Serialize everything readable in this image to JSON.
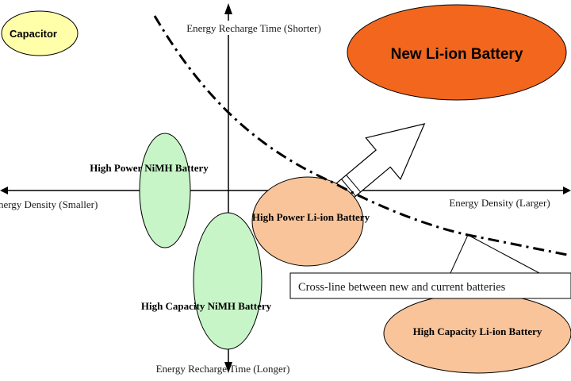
{
  "axes": {
    "y_top": "Energy Recharge Time (Shorter)",
    "y_bottom": "Energy Recharge Time (Longer)",
    "x_left": "Energy Density (Smaller)",
    "x_right": "Energy Density (Larger)"
  },
  "regions": {
    "capacitor": {
      "label": "Capacitor",
      "fill": "#ffffaa"
    },
    "new_li_ion": {
      "label": "New Li-ion Battery",
      "fill": "#f2661e"
    },
    "high_power_nimh": {
      "label": "High Power NiMH Battery",
      "fill": "#c8f5c8"
    },
    "high_capacity_nimh": {
      "label": "High Capacity NiMH Battery",
      "fill": "#c8f5c8"
    },
    "high_power_li_ion": {
      "label": "High Power Li-ion Battery",
      "fill": "#f9c49a"
    },
    "high_capacity_li_ion": {
      "label": "High Capacity Li-ion Battery",
      "fill": "#f9c49a"
    }
  },
  "cross_line_callout": "Cross-line between new and current batteries"
}
